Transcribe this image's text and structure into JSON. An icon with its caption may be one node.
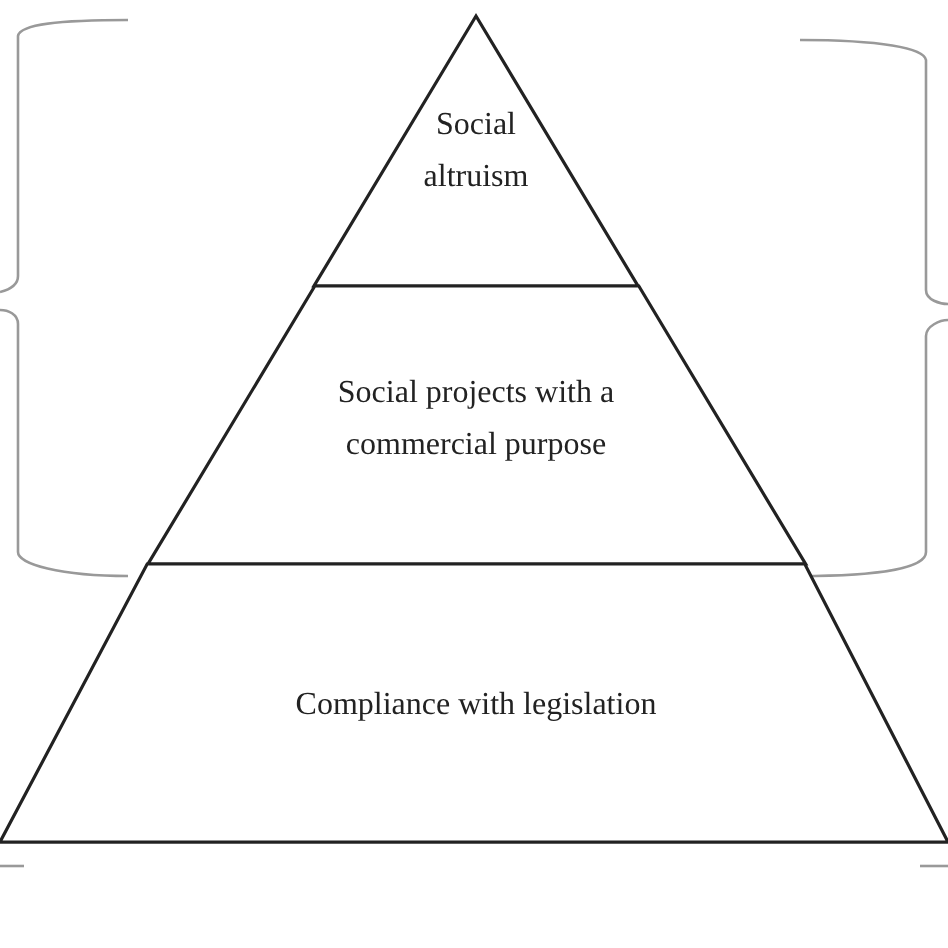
{
  "diagram": {
    "nodes": [
      {
        "text": [
          "Social altruism"
        ]
      },
      {
        "text": [
          "Social projects with a commercial purpose"
        ]
      },
      {
        "text": [
          "Compliance with legislation"
        ]
      }
    ]
  }
}
